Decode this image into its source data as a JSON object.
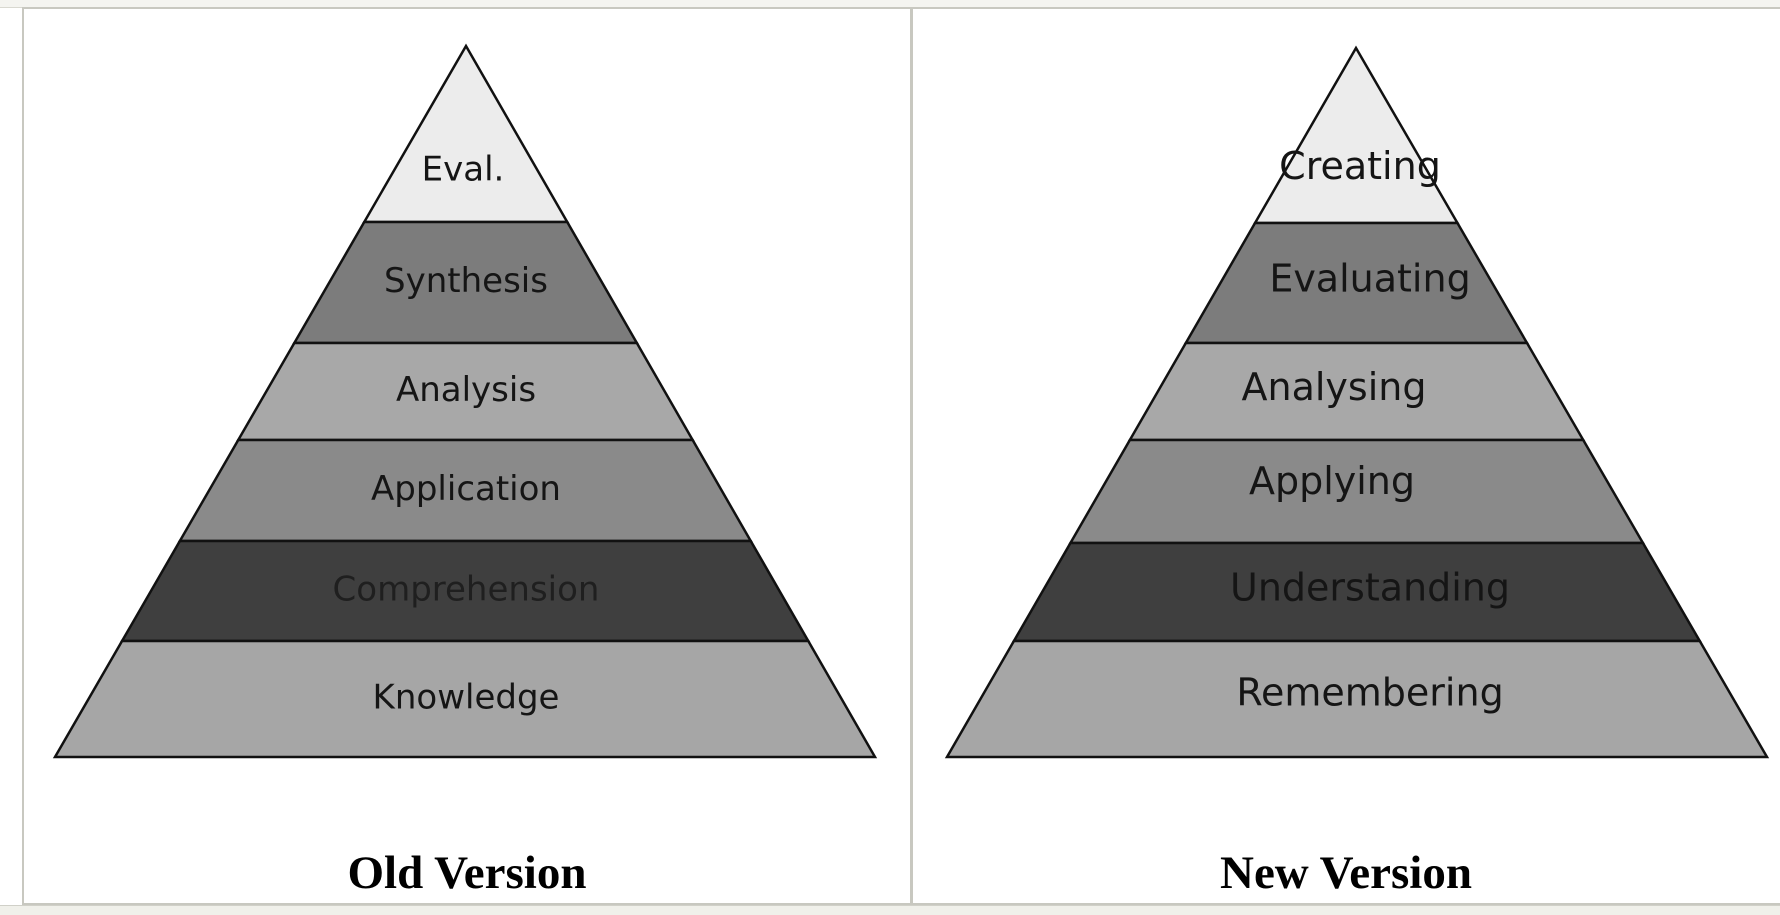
{
  "diagrams": [
    {
      "caption": "Old Version",
      "levels": [
        {
          "label": "Eval.",
          "fill": "#ececec"
        },
        {
          "label": "Synthesis",
          "fill": "#7c7c7c"
        },
        {
          "label": "Analysis",
          "fill": "#a8a8a8"
        },
        {
          "label": "Application",
          "fill": "#8a8a8a"
        },
        {
          "label": "Comprehension",
          "fill": "#3f3f3f"
        },
        {
          "label": "Knowledge",
          "fill": "#a6a6a6"
        }
      ]
    },
    {
      "caption": "New Version",
      "levels": [
        {
          "label": "Creating",
          "fill": "#ececec"
        },
        {
          "label": "Evaluating",
          "fill": "#7c7c7c"
        },
        {
          "label": "Analysing",
          "fill": "#a8a8a8"
        },
        {
          "label": "Applying",
          "fill": "#8a8a8a"
        },
        {
          "label": "Understanding",
          "fill": "#3f3f3f"
        },
        {
          "label": "Remembering",
          "fill": "#a6a6a6"
        }
      ]
    }
  ]
}
